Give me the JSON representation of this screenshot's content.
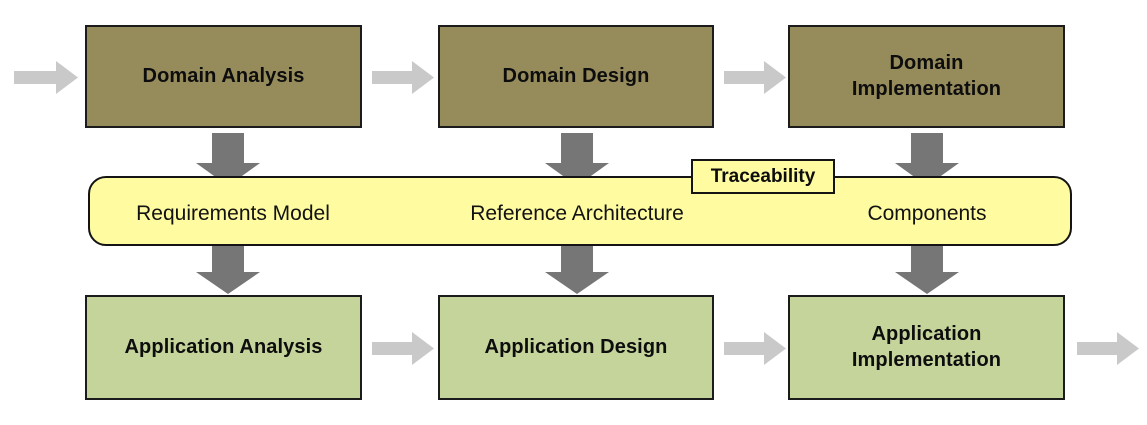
{
  "diagram": {
    "title": "Domain Engineering and Application Engineering process with traceability",
    "colors": {
      "domain_box_fill": "#968B5B",
      "application_box_fill": "#C5D49B",
      "artifact_band_fill": "#FEFBA0",
      "box_border": "#1b1b1b",
      "flow_arrow_light": "#C9C9C9",
      "flow_arrow_dark": "#767676",
      "text": "#0d0d0d",
      "background": "#ffffff"
    },
    "domain_row": {
      "boxes": [
        {
          "label": "Domain Analysis"
        },
        {
          "label": "Domain Design"
        },
        {
          "label": "Domain\nImplementation",
          "line1": "Domain",
          "line2": "Implementation"
        }
      ]
    },
    "artifact_band": {
      "labels": [
        {
          "label": "Requirements Model"
        },
        {
          "label": "Reference Architecture"
        },
        {
          "label": "Components"
        }
      ]
    },
    "traceability": {
      "label": "Traceability"
    },
    "application_row": {
      "boxes": [
        {
          "label": "Application Analysis"
        },
        {
          "label": "Application Design"
        },
        {
          "label": "Application\nImplementation",
          "line1": "Application",
          "line2": "Implementation"
        }
      ]
    },
    "arrows": {
      "horizontal_top": [
        {
          "name": "entry-arrow-domain",
          "from": "",
          "to": "Domain Analysis"
        },
        {
          "name": "arrow-domain-analysis-to-design",
          "from": "Domain Analysis",
          "to": "Domain Design"
        },
        {
          "name": "arrow-domain-design-to-implementation",
          "from": "Domain Design",
          "to": "Domain Implementation"
        }
      ],
      "horizontal_bottom": [
        {
          "name": "arrow-application-analysis-to-design",
          "from": "Application Analysis",
          "to": "Application Design"
        },
        {
          "name": "arrow-application-design-to-implementation",
          "from": "Application Design",
          "to": "Application Implementation"
        },
        {
          "name": "exit-arrow-application",
          "from": "Application Implementation",
          "to": ""
        }
      ],
      "vertical_into_band": [
        {
          "name": "arrow-domain-analysis-to-requirements-model"
        },
        {
          "name": "arrow-domain-design-to-reference-architecture"
        },
        {
          "name": "arrow-domain-implementation-to-components"
        }
      ],
      "vertical_out_of_band": [
        {
          "name": "arrow-requirements-model-to-application-analysis"
        },
        {
          "name": "arrow-reference-architecture-to-application-design"
        },
        {
          "name": "arrow-components-to-application-implementation"
        }
      ]
    }
  }
}
